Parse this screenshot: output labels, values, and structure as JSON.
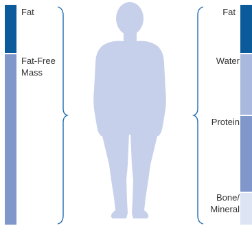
{
  "diagram": {
    "left_column": {
      "segments": [
        {
          "label": "Fat",
          "color": "#0a5a9c"
        },
        {
          "label": "Fat-Free\nMass",
          "color": "#8097cc"
        }
      ]
    },
    "right_column": {
      "segments": [
        {
          "label": "Fat",
          "color": "#0a5a9c"
        },
        {
          "label": "Water",
          "color": "#a9b8dd"
        },
        {
          "label": "Protein",
          "color": "#8097cc"
        },
        {
          "label": "Bone/\nMineral",
          "color": "#dde4f3"
        }
      ]
    },
    "silhouette_color": "#c6d0ea",
    "bracket_color": "#1f6db0"
  }
}
